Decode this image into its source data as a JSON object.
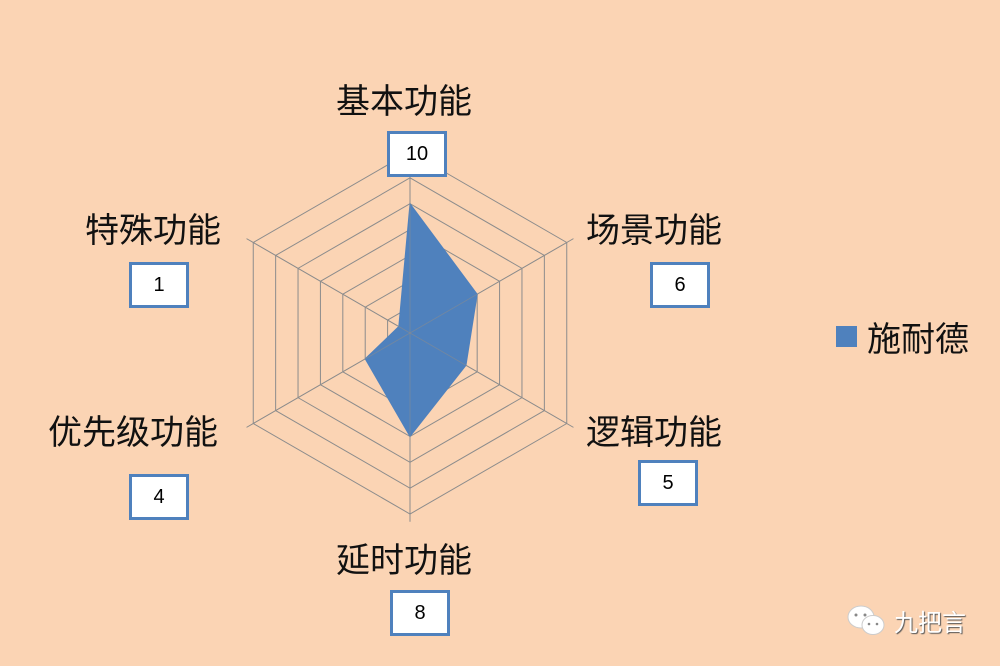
{
  "chart_data": {
    "type": "radar",
    "categories": [
      "基本功能",
      "场景功能",
      "逻辑功能",
      "延时功能",
      "优先级功能",
      "特殊功能"
    ],
    "series": [
      {
        "name": "施耐德",
        "values": [
          10,
          6,
          5,
          8,
          4,
          1
        ],
        "color": "#4F81BD"
      }
    ],
    "rlim": [
      0,
      14
    ],
    "grid_step": 2,
    "grid": true,
    "legend_position": "right",
    "data_labels": [
      "10",
      "6",
      "5",
      "8",
      "4",
      "1"
    ]
  },
  "watermark": {
    "text": "九把言",
    "icon": "wechat-icon"
  }
}
